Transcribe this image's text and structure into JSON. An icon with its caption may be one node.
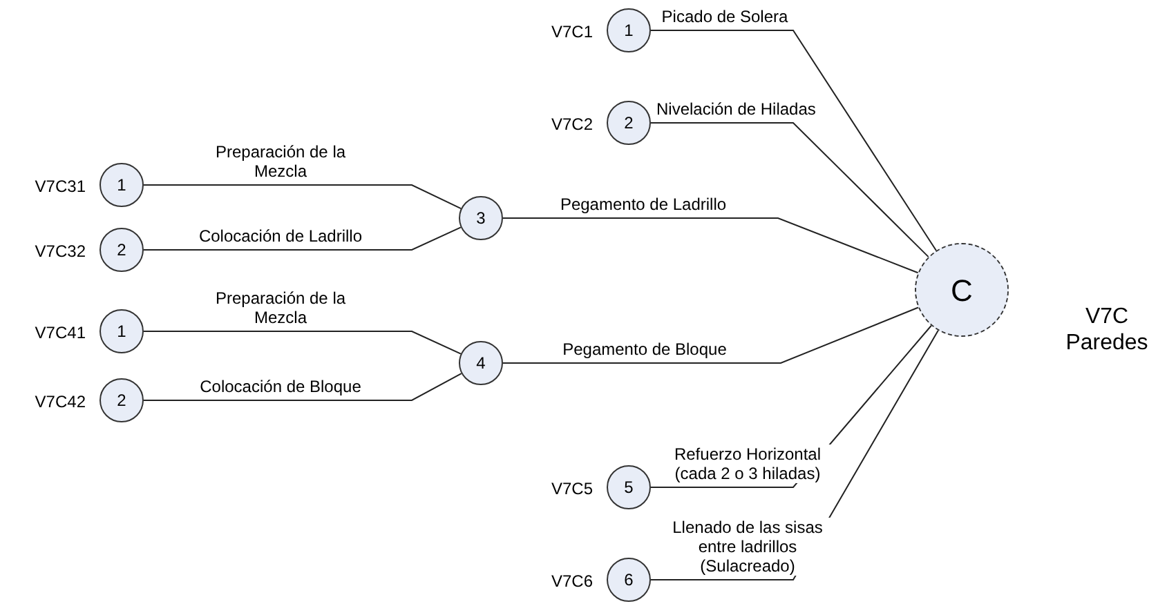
{
  "diagram": {
    "nodes": [
      {
        "text": [
          "1"
        ],
        "beside": [
          "V7C1"
        ]
      },
      {
        "text": [
          "2"
        ],
        "beside": [
          "V7C2"
        ]
      },
      {
        "text": [
          "1"
        ],
        "beside": [
          "V7C31"
        ]
      },
      {
        "text": [
          "2"
        ],
        "beside": [
          "V7C32"
        ]
      },
      {
        "text": [
          "3"
        ]
      },
      {
        "text": [
          "1"
        ],
        "beside": [
          "V7C41"
        ]
      },
      {
        "text": [
          "2"
        ],
        "beside": [
          "V7C42"
        ]
      },
      {
        "text": [
          "4"
        ]
      },
      {
        "text": [
          "5"
        ],
        "beside": [
          "V7C5"
        ]
      },
      {
        "text": [
          "6"
        ],
        "beside": [
          "V7C6"
        ]
      },
      {
        "text": [
          "C"
        ],
        "beside": [
          "V7C Paredes"
        ]
      }
    ],
    "edges": [
      {
        "from": 0,
        "to": 10,
        "arrow": "none",
        "label": "Picado de Solera"
      },
      {
        "from": 1,
        "to": 10,
        "arrow": "none",
        "label": "Nivelación de Hiladas"
      },
      {
        "from": 2,
        "to": 4,
        "arrow": "none",
        "label": "Preparación de la Mezcla"
      },
      {
        "from": 3,
        "to": 4,
        "arrow": "none",
        "label": "Colocación de Ladrillo"
      },
      {
        "from": 4,
        "to": 10,
        "arrow": "none",
        "label": "Pegamento de Ladrillo"
      },
      {
        "from": 5,
        "to": 7,
        "arrow": "none",
        "label": "Preparación de la Mezcla"
      },
      {
        "from": 6,
        "to": 7,
        "arrow": "none",
        "label": "Colocación de Bloque"
      },
      {
        "from": 7,
        "to": 10,
        "arrow": "none",
        "label": "Pegamento de Bloque"
      },
      {
        "from": 8,
        "to": 10,
        "arrow": "none",
        "label": "Refuerzo Horizontal (cada 2 o 3 hiladas)"
      },
      {
        "from": 9,
        "to": 10,
        "arrow": "none",
        "label": "Llenado de las sisas entre ladrillos (Sulacreado)"
      }
    ]
  }
}
